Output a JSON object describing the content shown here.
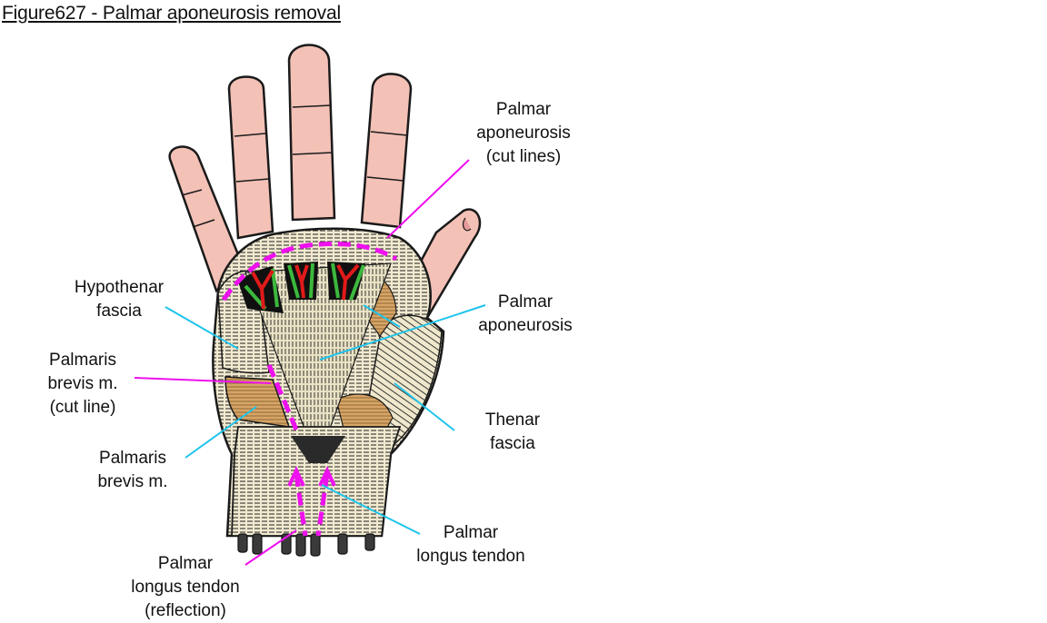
{
  "figure": {
    "title": "Figure627 - Palmar aponeurosis removal",
    "subject": "Palmar view of the right hand with palmar aponeurosis exposed",
    "colors": {
      "skin": "#f3c1b6",
      "fascia": "#f1ead0",
      "muscle": "#d8a566",
      "outline": "#1a1a1a",
      "cut_line": "#ee10ee",
      "pointer": "#1ec4ec",
      "artery": "#e01a1a",
      "nerve": "#3cb83c",
      "cavity": "#101010"
    }
  },
  "labels": [
    {
      "id": "palmar-aponeurosis-cut-lines",
      "text": "Palmar\naponeurosis\n(cut lines)",
      "pointer": "magenta"
    },
    {
      "id": "hypothenar-fascia",
      "text": "Hypothenar\nfascia",
      "pointer": "cyan"
    },
    {
      "id": "palmar-aponeurosis",
      "text": "Palmar\naponeurosis",
      "pointer": "cyan"
    },
    {
      "id": "palmaris-brevis-cut-line",
      "text": "Palmaris\nbrevis m.\n(cut line)",
      "pointer": "magenta"
    },
    {
      "id": "thenar-fascia",
      "text": "Thenar\nfascia",
      "pointer": "cyan"
    },
    {
      "id": "palmaris-brevis",
      "text": "Palmaris\nbrevis m.",
      "pointer": "cyan"
    },
    {
      "id": "palmar-longus-tendon",
      "text": "Palmar\nlongus tendon",
      "pointer": "cyan"
    },
    {
      "id": "palmar-longus-tendon-reflection",
      "text": "Palmar\nlongus tendon\n(reflection)",
      "pointer": "magenta"
    }
  ]
}
